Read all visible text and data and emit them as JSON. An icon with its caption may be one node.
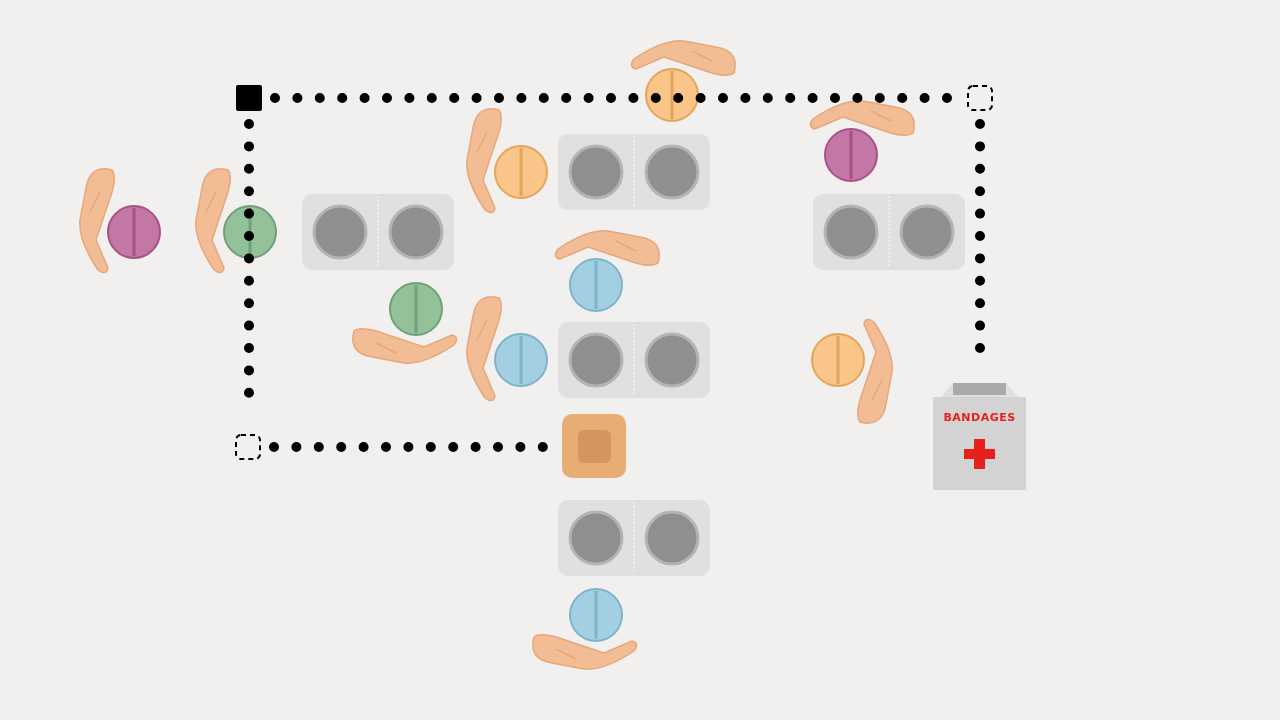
{
  "diagram": {
    "nodes": [
      {
        "text": [],
        "shape": "box"
      },
      {
        "text": [],
        "shape": "box"
      },
      {
        "text": [],
        "shape": "box"
      },
      {
        "text": [],
        "shape": "picture"
      },
      {
        "text": [
          "BANDAGES"
        ]
      }
    ],
    "edges": [
      {
        "from": 0,
        "to": 1,
        "arrow": "none",
        "style": "dashed"
      },
      {
        "from": 1,
        "to": 4,
        "arrow": "none",
        "style": "dashed"
      },
      {
        "from": 0,
        "to": 2,
        "arrow": "none",
        "style": "dashed"
      },
      {
        "from": 2,
        "to": 3,
        "arrow": "none",
        "style": "dashed"
      }
    ]
  }
}
